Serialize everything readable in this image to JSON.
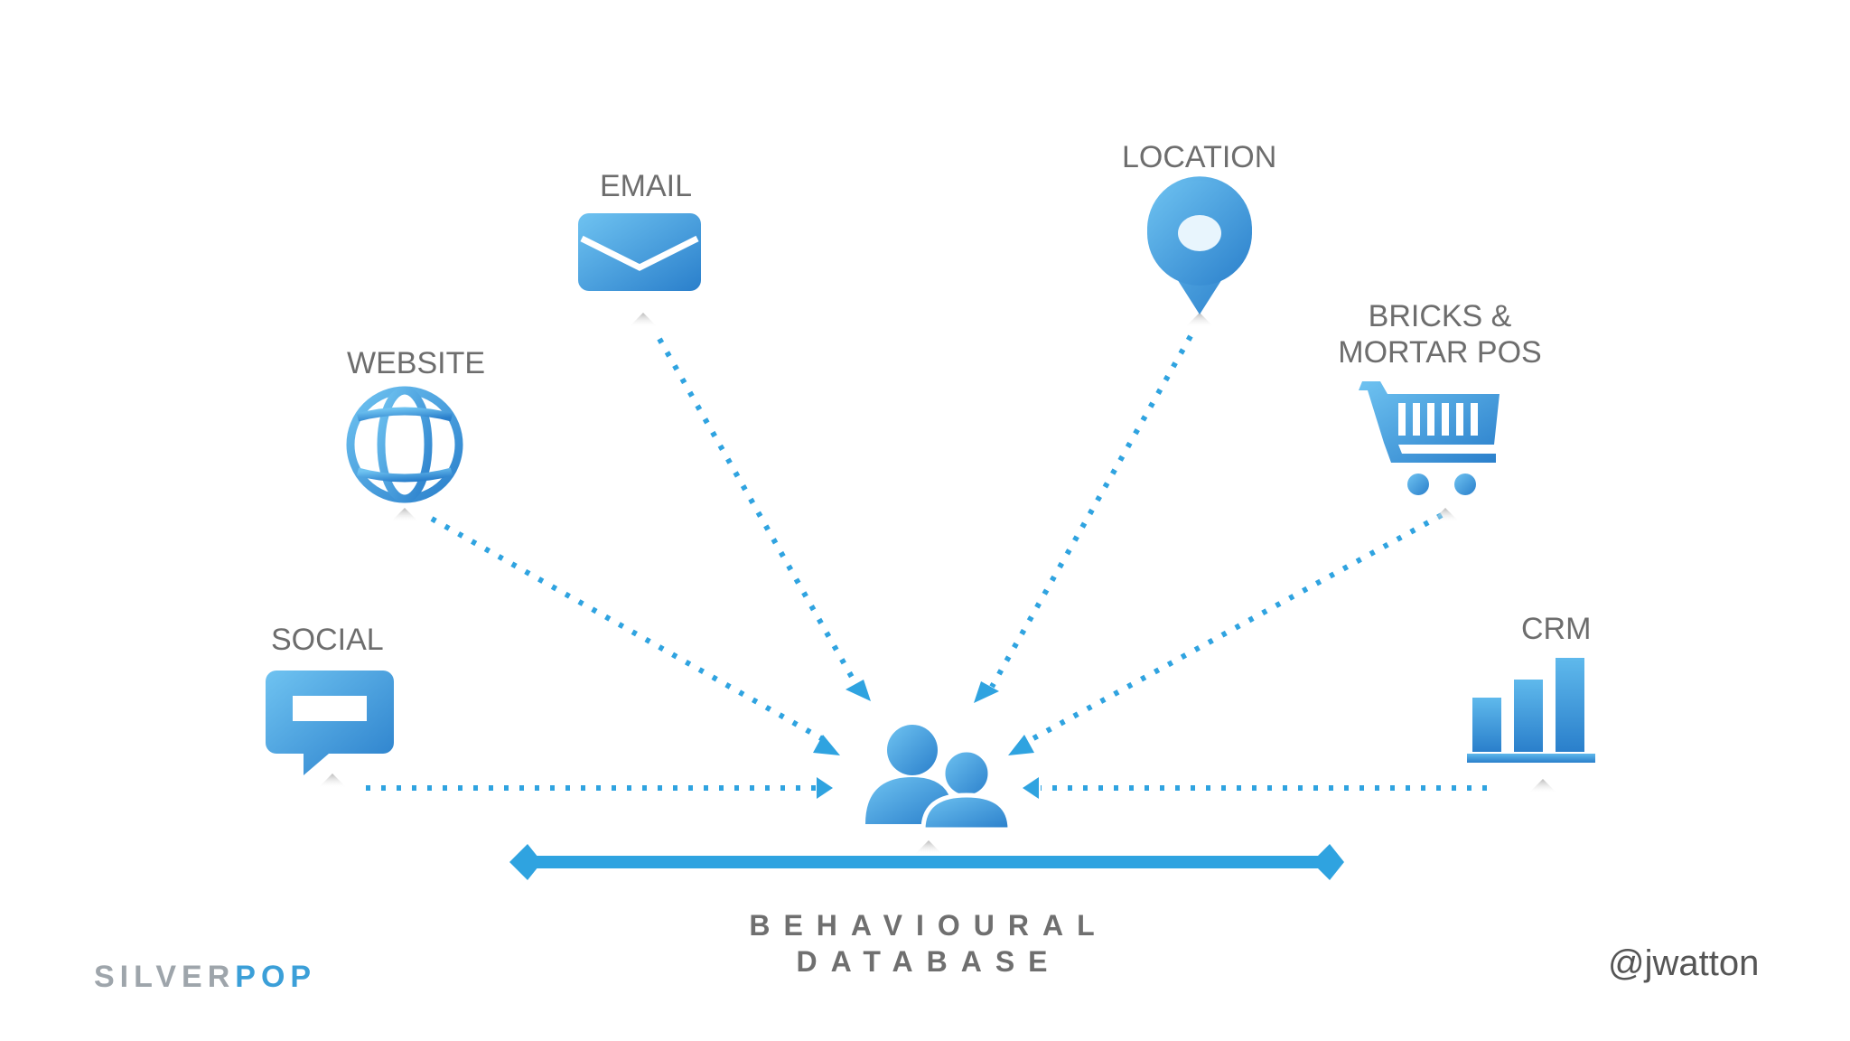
{
  "sources": {
    "social": "SOCIAL",
    "website": "WEBSITE",
    "email": "EMAIL",
    "location": "LOCATION",
    "pos_line1": "BRICKS &",
    "pos_line2": "MORTAR POS",
    "crm": "CRM"
  },
  "center": {
    "line1": "BEHAVIOURAL",
    "line2": "DATABASE"
  },
  "brand": {
    "part1": "SILVER",
    "part2": "POP"
  },
  "handle": "@jwatton",
  "colors": {
    "accent": "#2fa3e0",
    "icon_dark": "#2a82cc",
    "icon_light": "#6fc3f1",
    "label": "#6d6d6d"
  }
}
